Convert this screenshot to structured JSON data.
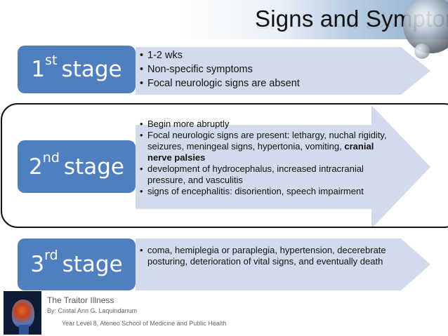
{
  "title": "Signs and Symptoms",
  "stages": [
    {
      "num": "1",
      "suffix": "st",
      "word": "stage",
      "bullets": [
        "1-2 wks",
        "Non-specific symptoms",
        "Focal neurologic signs are absent"
      ]
    },
    {
      "num": "2",
      "suffix": "nd",
      "word": "stage",
      "bullets": [
        "Begin more abruptly",
        "development of hydrocephalus, increased intracranial pressure, and vasculitis",
        "signs of encephalitis: disoriention, speech impairment"
      ],
      "bullet_focal_prefix": "Focal neurologic signs are present: lethargy, nuchal rigidity, seizures, meningeal signs, hypertonia, vomiting,",
      "bullet_focal_bold": "cranial nerve palsies"
    },
    {
      "num": "3",
      "suffix": "rd",
      "word": "stage",
      "bullets": [
        "coma, hemiplegia or paraplegia, hypertension, decerebrate posturing, deterioration of vital signs, and eventually death"
      ]
    }
  ],
  "footer": {
    "title": "The Traitor Illness",
    "author": "By: Cristal Ann G. Laquindanum",
    "affiliation": "Year Level 8, Ateneo School of Medicine and Public Health"
  },
  "colors": {
    "stage_box": "#4f7fbf",
    "arrow": "#d2dbeb",
    "text": "#111111"
  }
}
